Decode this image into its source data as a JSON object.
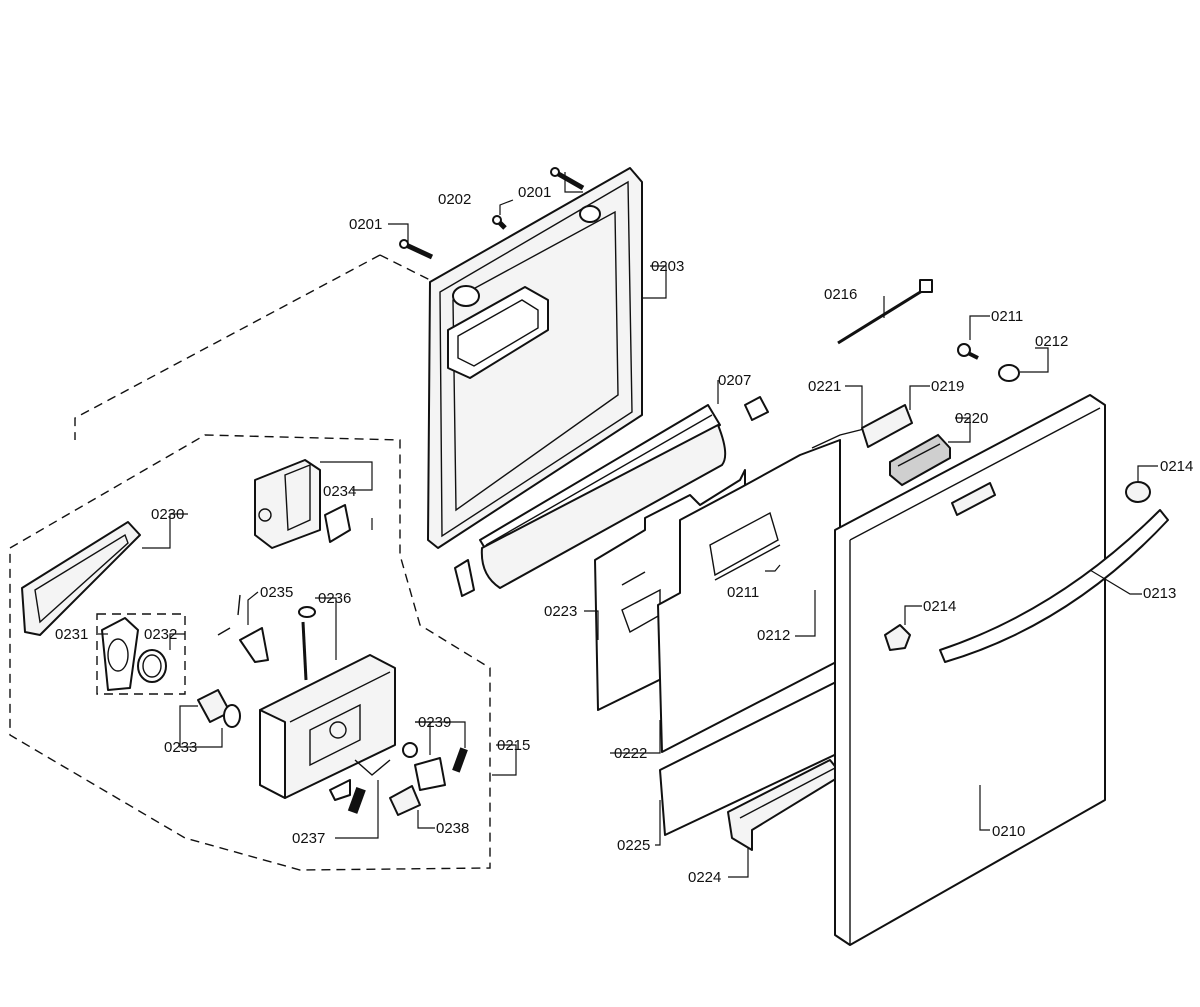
{
  "labels": {
    "p0201a": "0201",
    "p0201b": "0201",
    "p0202": "0202",
    "p0203": "0203",
    "p0207": "0207",
    "p0210": "0210",
    "p0211a": "0211",
    "p0211b": "0211",
    "p0212a": "0212",
    "p0212b": "0212",
    "p0213": "0213",
    "p0214a": "0214",
    "p0214b": "0214",
    "p0215": "0215",
    "p0216": "0216",
    "p0219": "0219",
    "p0220": "0220",
    "p0221": "0221",
    "p0222": "0222",
    "p0223": "0223",
    "p0224": "0224",
    "p0225": "0225",
    "p0230": "0230",
    "p0231": "0231",
    "p0232": "0232",
    "p0233": "0233",
    "p0234": "0234",
    "p0235": "0235",
    "p0236": "0236",
    "p0237": "0237",
    "p0238": "0238",
    "p0239": "0239"
  }
}
